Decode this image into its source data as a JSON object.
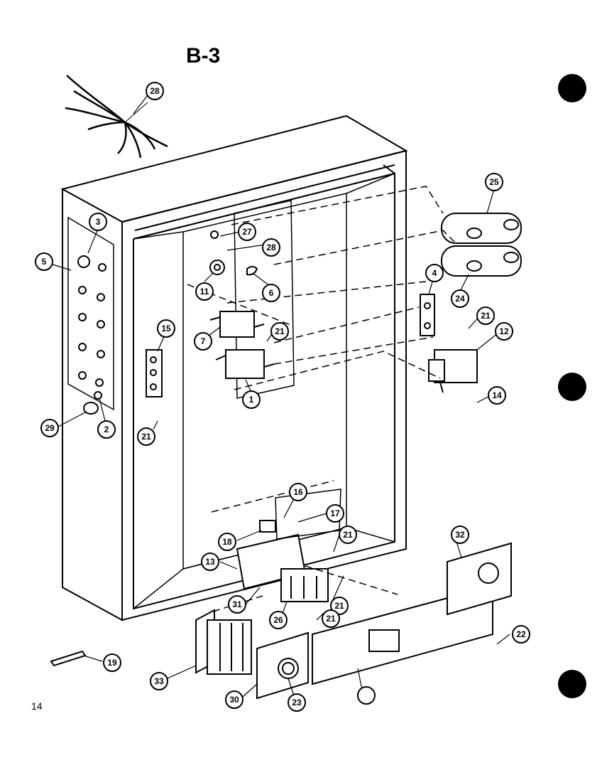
{
  "page": {
    "title": "B-3",
    "page_number": "14"
  },
  "callouts": [
    "28",
    "25",
    "3",
    "5",
    "27",
    "28",
    "11",
    "6",
    "24",
    "4",
    "21",
    "12",
    "15",
    "7",
    "21",
    "1",
    "14",
    "29",
    "2",
    "21",
    "16",
    "17",
    "18",
    "21",
    "13",
    "32",
    "31",
    "21",
    "26",
    "21",
    "22",
    "19",
    "33",
    "30",
    "23"
  ]
}
